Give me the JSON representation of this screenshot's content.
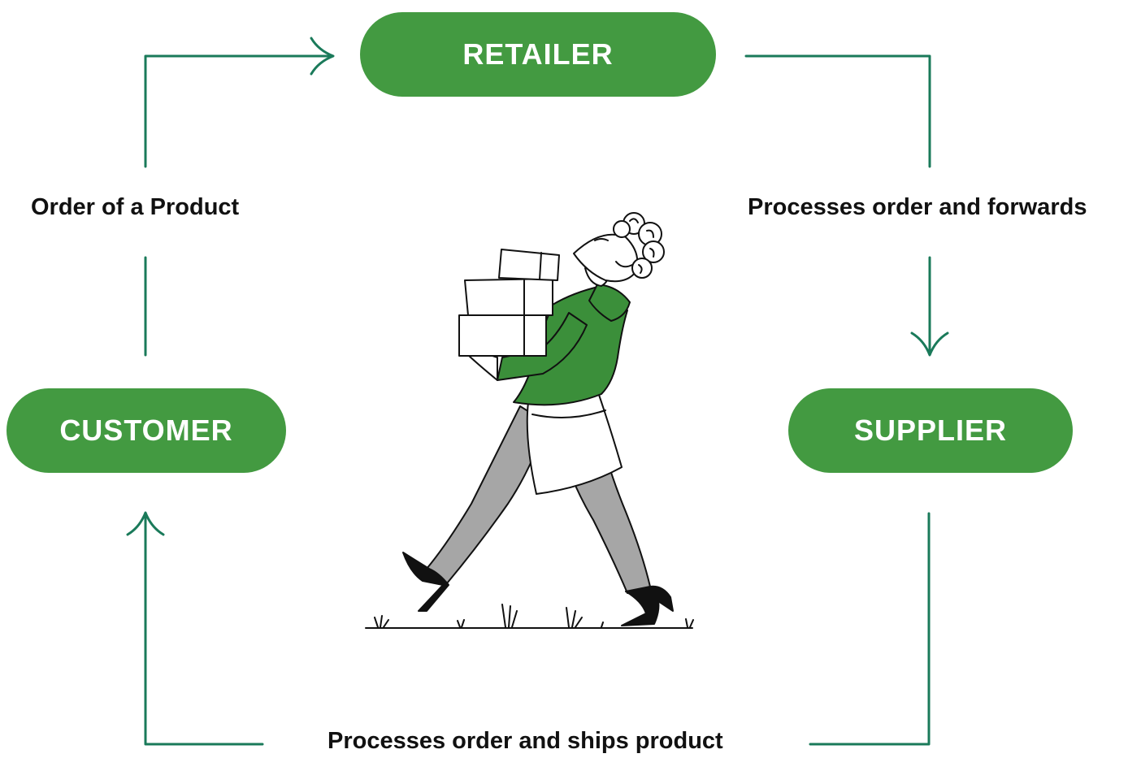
{
  "nodes": {
    "retailer": "RETAILER",
    "customer": "CUSTOMER",
    "supplier": "SUPPLIER"
  },
  "edges": {
    "customer_to_retailer": "Order of a Product",
    "retailer_to_supplier": "Processes order and forwards",
    "supplier_to_customer": "Processes order and ships product"
  },
  "colors": {
    "node_fill": "#439a41",
    "connector": "#1a7a5a",
    "illustration_accent": "#3b8f3a"
  },
  "illustration": "woman-carrying-boxes-illustration"
}
